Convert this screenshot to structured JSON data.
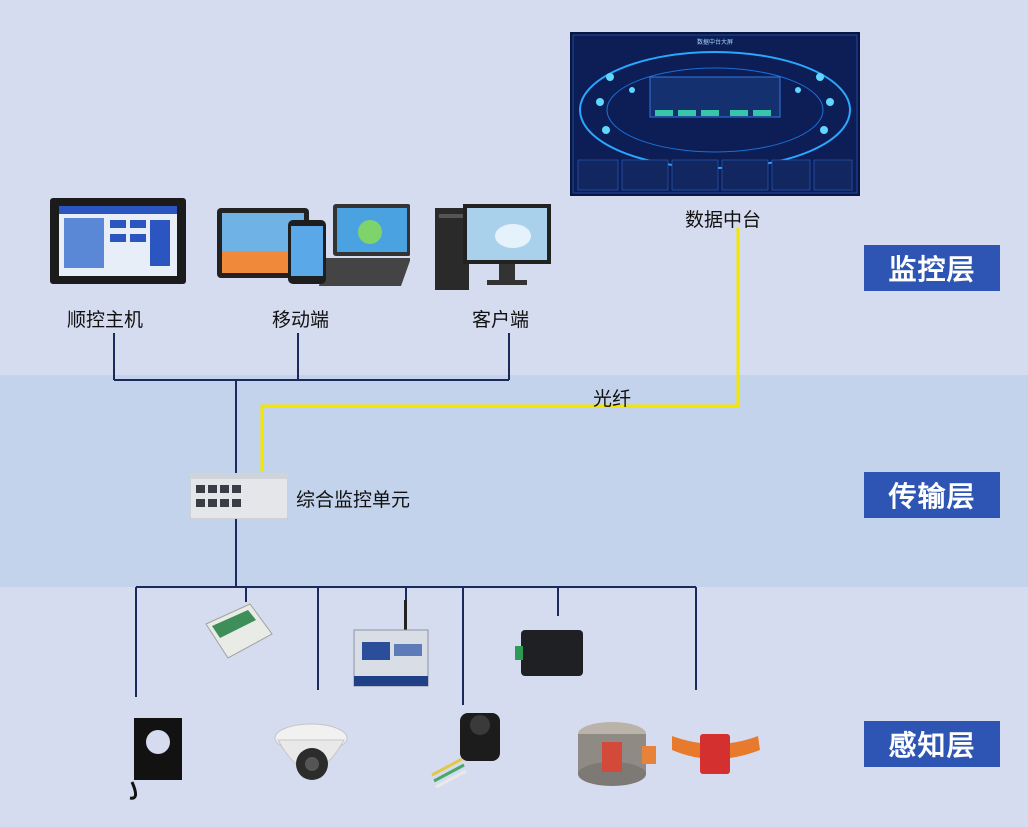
{
  "layers": {
    "monitor": "监控层",
    "transmit": "传输层",
    "sense": "感知层"
  },
  "nodes": {
    "sequential_host": "顺控主机",
    "mobile": "移动端",
    "client": "客户端",
    "data_center": "数据中台",
    "monitor_unit": "综合监控单元"
  },
  "links": {
    "fiber": "光纤"
  },
  "dashboard": {
    "title": "数据中台大屏"
  },
  "colors": {
    "layer_label_bg": "#2e55b3",
    "fiber_line": "#f2e600",
    "network_line": "#1a2a5a"
  }
}
